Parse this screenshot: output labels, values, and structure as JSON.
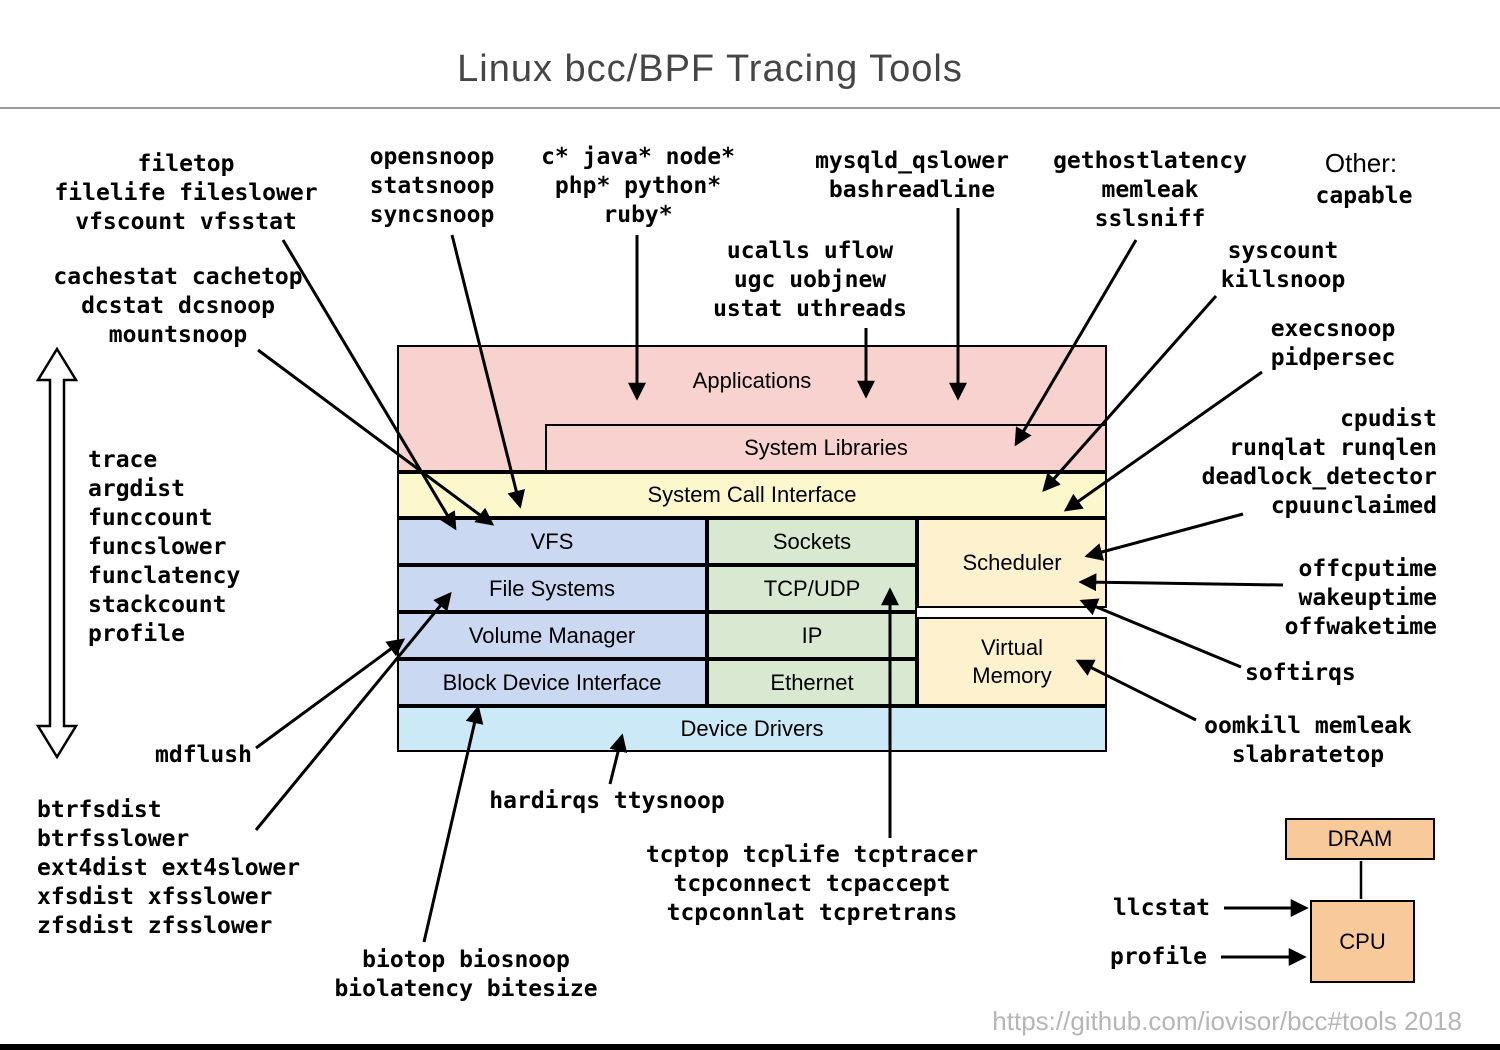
{
  "title": "Linux bcc/BPF Tracing Tools",
  "footer": "https://github.com/iovisor/bcc#tools 2018",
  "other_heading": "Other:",
  "boxes": {
    "applications": "Applications",
    "system_libraries": "System Libraries",
    "system_call_interface": "System Call Interface",
    "vfs": "VFS",
    "sockets": "Sockets",
    "scheduler": "Scheduler",
    "file_systems": "File Systems",
    "tcp_udp": "TCP/UDP",
    "volume_manager": "Volume Manager",
    "ip": "IP",
    "virtual_memory": "Virtual Memory",
    "block_device_interface": "Block Device Interface",
    "ethernet": "Ethernet",
    "device_drivers": "Device Drivers",
    "dram": "DRAM",
    "cpu": "CPU"
  },
  "tool_groups": {
    "file": {
      "lines": [
        "filetop",
        "filelife fileslower",
        "vfscount vfsstat"
      ]
    },
    "cache": {
      "lines": [
        "cachestat cachetop",
        "dcstat dcsnoop",
        "mountsnoop"
      ]
    },
    "open": {
      "lines": [
        "opensnoop",
        "statsnoop",
        "syncsnoop"
      ]
    },
    "lang": {
      "lines": [
        "c* java* node*",
        "php* python*",
        "ruby*"
      ]
    },
    "mysqld": {
      "lines": [
        "mysqld_qslower",
        "bashreadline"
      ]
    },
    "gethost": {
      "lines": [
        "gethostlatency",
        "memleak",
        "sslsniff"
      ]
    },
    "other": {
      "lines": [
        "capable"
      ]
    },
    "ucalls": {
      "lines": [
        "ucalls uflow",
        "ugc uobjnew",
        "ustat uthreads"
      ]
    },
    "syscount": {
      "lines": [
        "syscount",
        "killsnoop"
      ]
    },
    "execsnoop": {
      "lines": [
        "execsnoop",
        "pidpersec"
      ]
    },
    "cpu_sched": {
      "lines": [
        "cpudist",
        "runqlat runqlen",
        "deadlock_detector",
        "cpuunclaimed"
      ]
    },
    "offcpu": {
      "lines": [
        "offcputime",
        "wakeuptime",
        "offwaketime"
      ]
    },
    "softirqs": {
      "lines": [
        "softirqs"
      ]
    },
    "oomkill": {
      "lines": [
        "oomkill memleak",
        "slabratetop"
      ]
    },
    "generic": {
      "lines": [
        "trace",
        "argdist",
        "funccount",
        "funcslower",
        "funclatency",
        "stackcount",
        "profile"
      ]
    },
    "mdflush": {
      "lines": [
        "mdflush"
      ]
    },
    "filesystems": {
      "lines": [
        "btrfsdist",
        "btrfsslower",
        "ext4dist ext4slower",
        "xfsdist xfsslower",
        "zfsdist zfsslower"
      ]
    },
    "hardirqs": {
      "lines": [
        "hardirqs ttysnoop"
      ]
    },
    "tcp": {
      "lines": [
        "tcptop tcplife tcptracer",
        "tcpconnect tcpaccept",
        "tcpconnlat tcpretrans"
      ]
    },
    "bio": {
      "lines": [
        "biotop biosnoop",
        "biolatency bitesize"
      ]
    },
    "llcstat": {
      "lines": [
        "llcstat"
      ]
    },
    "profile_hw": {
      "lines": [
        "profile"
      ]
    }
  },
  "colors": {
    "applications_fill": "#f8d2cf",
    "syscall_fill": "#fcf8cc",
    "filesystem_fill": "#cbd8f1",
    "network_fill": "#d9e8d0",
    "scheduler_fill": "#fdf2cd",
    "drivers_fill": "#cbe9f6",
    "hardware_fill": "#f8ca9a",
    "arrow": "#000000"
  }
}
